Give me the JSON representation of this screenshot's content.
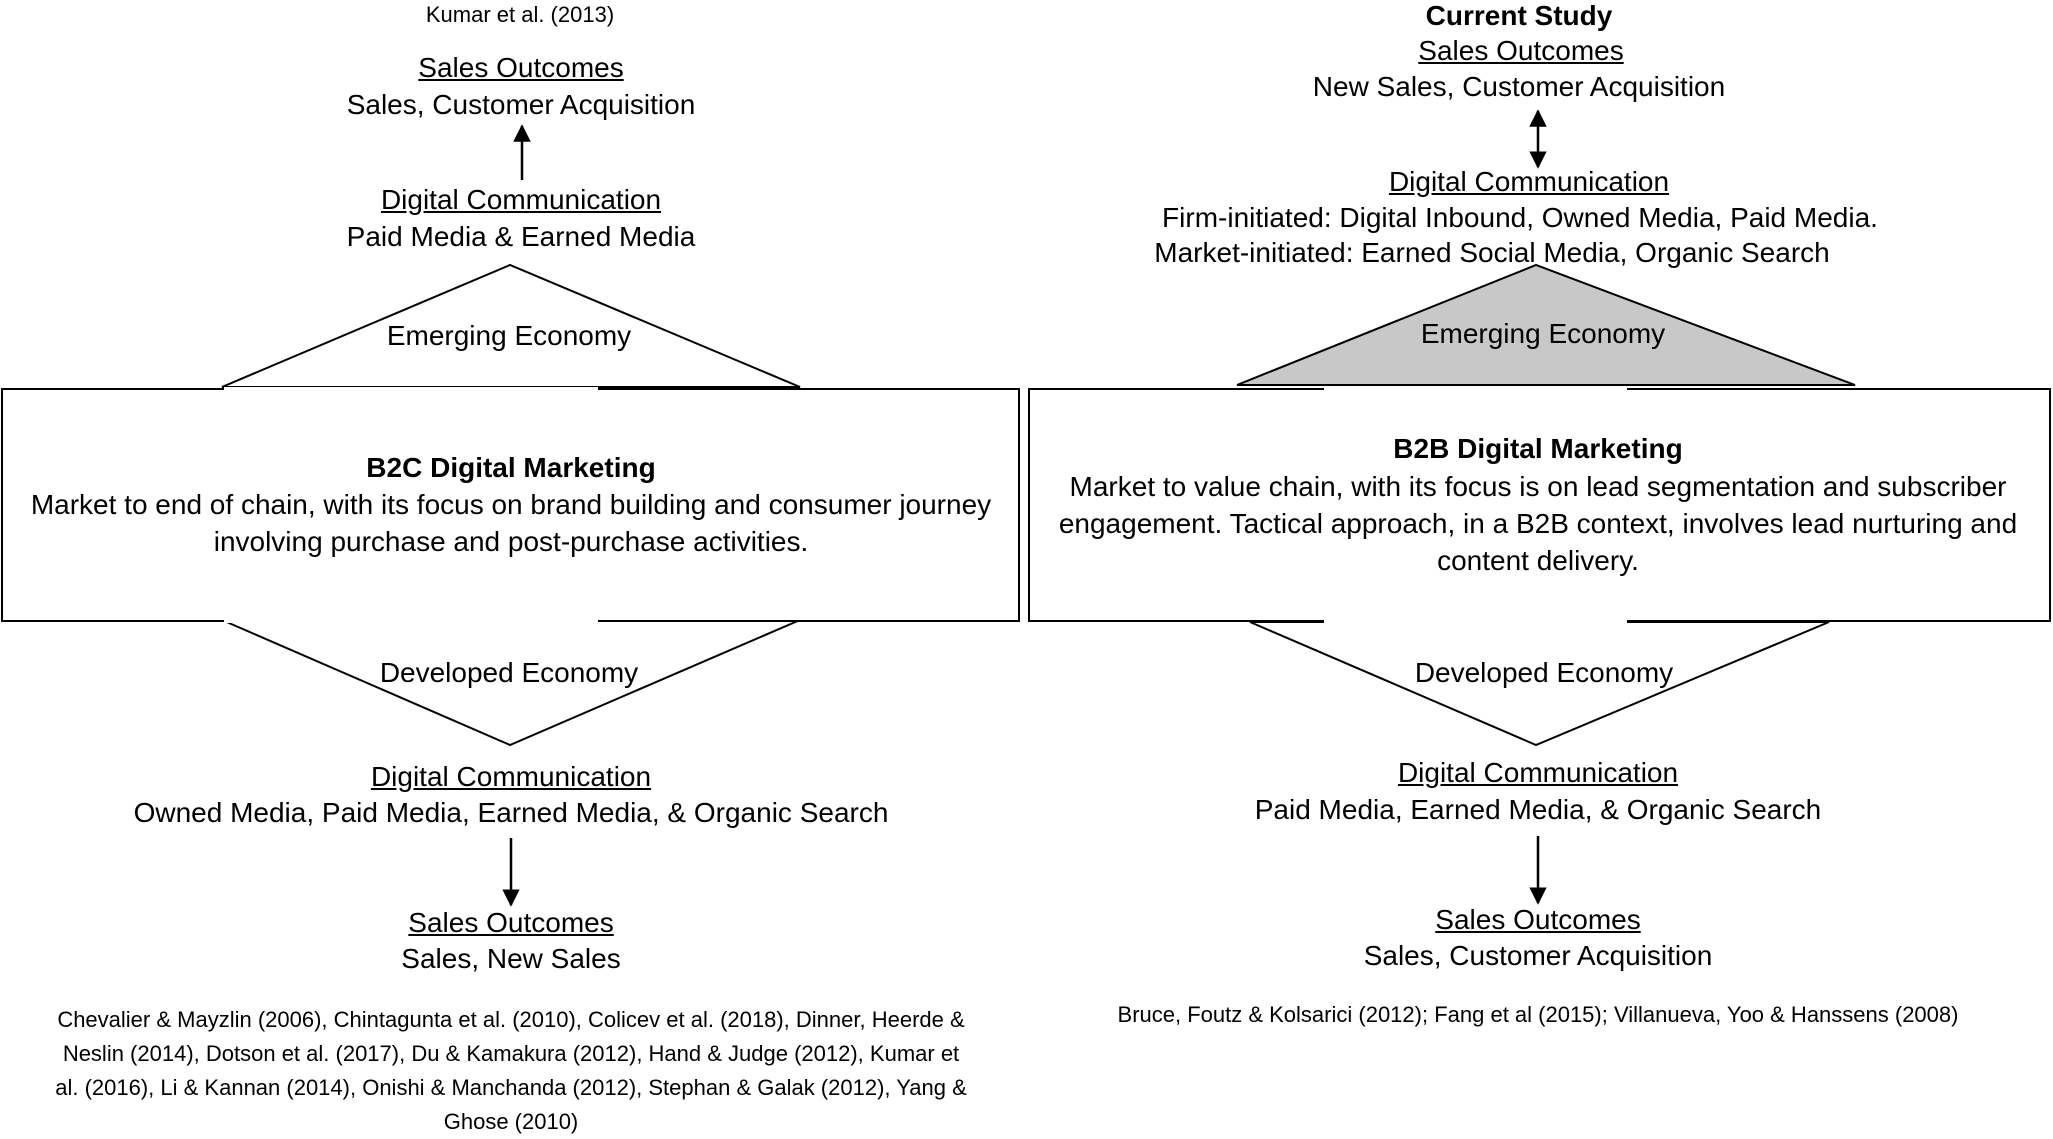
{
  "left": {
    "citation": "Kumar et al. (2013)",
    "top_outcomes": {
      "heading": "Sales Outcomes",
      "text": "Sales, Customer Acquisition"
    },
    "top_comm": {
      "heading": "Digital Communication",
      "text": "Paid Media & Earned Media"
    },
    "top_economy": "Emerging Economy",
    "box": {
      "title": "B2C Digital Marketing",
      "text": "Market to end of chain, with its focus on brand building and consumer journey involving purchase and post-purchase activities."
    },
    "bottom_economy": "Developed Economy",
    "bottom_comm": {
      "heading": "Digital Communication",
      "text": "Owned Media, Paid Media, Earned Media, & Organic Search"
    },
    "bottom_outcomes": {
      "heading": "Sales Outcomes",
      "text": "Sales, New Sales"
    },
    "references": "Chevalier & Mayzlin (2006), Chintagunta et al. (2010), Colicev et al. (2018), Dinner, Heerde & Neslin (2014), Dotson et al. (2017), Du & Kamakura (2012), Hand & Judge (2012), Kumar et al. (2016), Li & Kannan (2014), Onishi & Manchanda (2012), Stephan & Galak (2012), Yang & Ghose (2010)"
  },
  "right": {
    "study_label": "Current Study",
    "top_outcomes": {
      "heading": "Sales Outcomes",
      "text": "New Sales, Customer Acquisition"
    },
    "top_comm": {
      "heading": "Digital Communication",
      "line1": "Firm-initiated: Digital Inbound, Owned Media, Paid Media.",
      "line2": "Market-initiated:  Earned Social Media, Organic Search"
    },
    "top_economy": "Emerging Economy",
    "box": {
      "title": "B2B Digital Marketing",
      "text": "Market to value chain, with its focus is on lead segmentation and subscriber engagement. Tactical approach, in a B2B context, involves lead nurturing and content delivery."
    },
    "bottom_economy": "Developed Economy",
    "bottom_comm": {
      "heading": "Digital Communication",
      "text": "Paid Media, Earned Media, & Organic Search"
    },
    "bottom_outcomes": {
      "heading": "Sales Outcomes",
      "text": "Sales, Customer Acquisition"
    },
    "references": "Bruce, Foutz & Kolsarici (2012); Fang et al (2015); Villanueva, Yoo & Hanssens (2008)"
  },
  "colors": {
    "line": "#000000",
    "highlight_fill": "#c8c8c8",
    "background": "#ffffff"
  }
}
